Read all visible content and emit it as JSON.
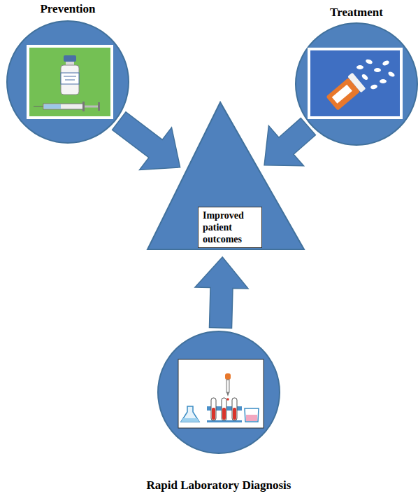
{
  "diagram": {
    "nodes": [
      {
        "text": [
          "Prevention"
        ]
      },
      {
        "text": [
          "Treatment"
        ]
      },
      {
        "text": [
          "Improved patient outcomes"
        ]
      },
      {
        "text": [
          "Rapid Laboratory Diagnosis"
        ]
      }
    ],
    "edges": [
      {
        "from": 0,
        "to": 2,
        "arrow": "to"
      },
      {
        "from": 1,
        "to": 2,
        "arrow": "to"
      },
      {
        "from": 3,
        "to": 2,
        "arrow": "to"
      }
    ]
  }
}
